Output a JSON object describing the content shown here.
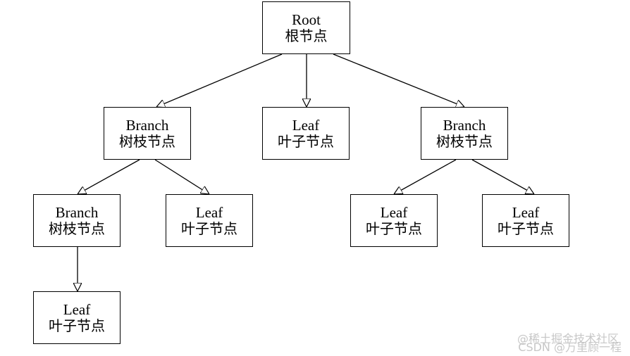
{
  "nodes": {
    "root": {
      "en": "Root",
      "zh": "根节点"
    },
    "branch_left": {
      "en": "Branch",
      "zh": "树枝节点"
    },
    "leaf_middle": {
      "en": "Leaf",
      "zh": "叶子节点"
    },
    "branch_right": {
      "en": "Branch",
      "zh": "树枝节点"
    },
    "branch_left_child": {
      "en": "Branch",
      "zh": "树枝节点"
    },
    "leaf_left_1": {
      "en": "Leaf",
      "zh": "叶子节点"
    },
    "leaf_right_1": {
      "en": "Leaf",
      "zh": "叶子节点"
    },
    "leaf_right_2": {
      "en": "Leaf",
      "zh": "叶子节点"
    },
    "leaf_bottom": {
      "en": "Leaf",
      "zh": "叶子节点"
    }
  },
  "watermark": {
    "line1": "@稀土掘金技术社区",
    "line2": "CSDN @万里顾一程"
  }
}
